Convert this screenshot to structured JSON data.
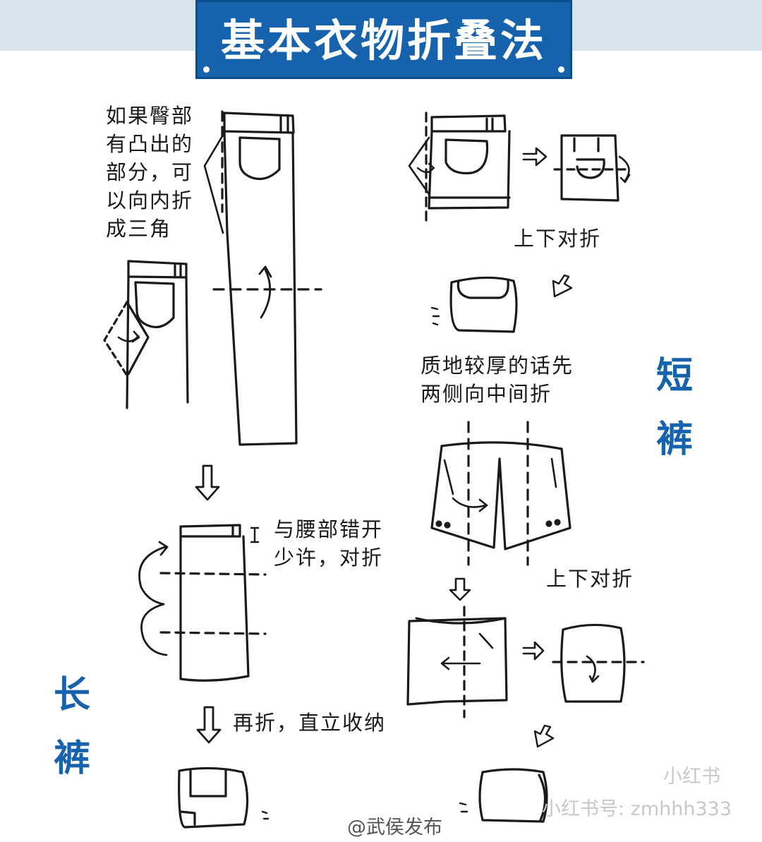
{
  "title": "基本衣物折叠法",
  "long_pants": {
    "label_1": "长",
    "label_2": "裤",
    "step_hip": "如果臀部\n有凸出的\n部分，可\n以向内折\n成三角",
    "step_offset": "与腰部错开\n少许，对折",
    "step_store": "再折，直立收纳"
  },
  "shorts": {
    "label_1": "短",
    "label_2": "裤",
    "step_half_1": "上下对折",
    "step_thick": "质地较厚的话先\n两侧向中间折",
    "step_half_2": "上下对折"
  },
  "watermark": {
    "logo": "小红书",
    "id": "小红书号: zmhhh333",
    "weibo": "@武侯发布"
  },
  "colors": {
    "brand_blue": "#1762ad",
    "ink": "#1a1a1a"
  }
}
